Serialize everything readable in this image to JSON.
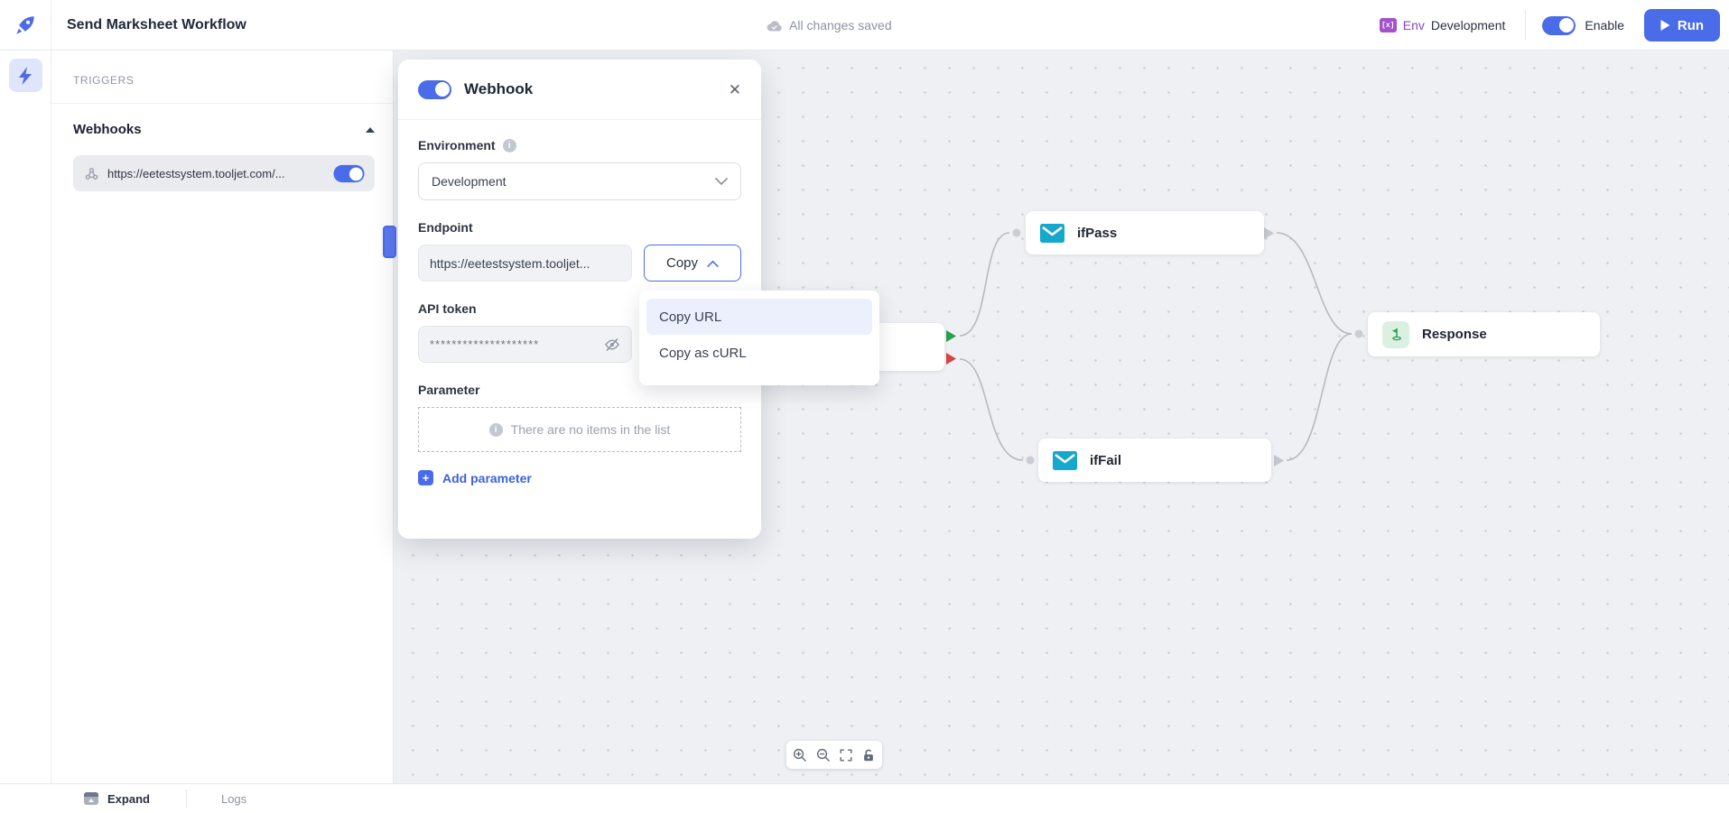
{
  "app": {
    "title": "Send Marksheet Workflow",
    "save_status": "All changes saved"
  },
  "topbar": {
    "env_label": "Env",
    "env_value": "Development",
    "enable_label": "Enable",
    "run_label": "Run"
  },
  "sidebar": {
    "triggers_title": "TRIGGERS",
    "webhooks_title": "Webhooks",
    "webhook_url": "https://eetestsystem.tooljet.com/..."
  },
  "modal": {
    "title": "Webhook",
    "environment_label": "Environment",
    "environment_value": "Development",
    "endpoint_label": "Endpoint",
    "endpoint_value": "https://eetestsystem.tooljet...",
    "copy_label": "Copy",
    "api_token_label": "API token",
    "api_token_masked": "********************",
    "parameter_label": "Parameter",
    "parameter_empty": "There are no items in the list",
    "add_parameter_label": "Add parameter",
    "info_glyph": "i"
  },
  "copy_menu": {
    "items": [
      "Copy URL",
      "Copy as cURL"
    ]
  },
  "canvas": {
    "nodes": [
      {
        "label": "ifPass",
        "type": "email"
      },
      {
        "label": "ifFail",
        "type": "email"
      },
      {
        "label": "Response",
        "type": "response"
      }
    ]
  },
  "footer": {
    "expand_label": "Expand",
    "logs_label": "Logs"
  },
  "colors": {
    "accent": "#4a6ce8",
    "env_purple": "#a352cc",
    "mail_icon": "#16a7cd",
    "response_icon": "#2f9e5f",
    "edge": "#b6bac2",
    "success": "#2a9d4e",
    "danger": "#d64545"
  },
  "icons": {
    "env_badge_text": "[x]",
    "plus": "+",
    "close": "✕"
  }
}
